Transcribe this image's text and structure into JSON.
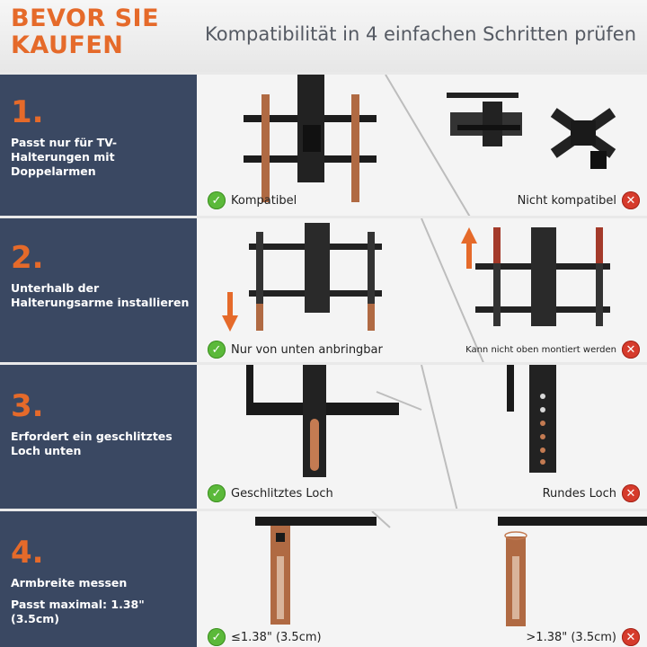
{
  "header": {
    "brand_line1": "BEVOR SIE",
    "brand_line2": "KAUFEN",
    "headline": "Kompatibilität in 4 einfachen Schritten prüfen"
  },
  "colors": {
    "accent": "#e56a2a",
    "panel": "#3a4862",
    "ok": "#5bb93a",
    "no": "#d63b2c"
  },
  "steps": [
    {
      "num": "1.",
      "desc": "Passt nur für TV-Halterungen mit Doppelarmen",
      "ok_label": "Kompatibel",
      "no_label": "Nicht kompatibel"
    },
    {
      "num": "2.",
      "desc": "Unterhalb der Halterungsarme installieren",
      "ok_label": "Nur von unten anbringbar",
      "no_label": "Kann nicht oben montiert werden"
    },
    {
      "num": "3.",
      "desc": "Erfordert ein geschlitztes Loch unten",
      "ok_label": "Geschlitztes Loch",
      "no_label": "Rundes Loch"
    },
    {
      "num": "4.",
      "desc": "Armbreite messen",
      "desc2": "Passt maximal: 1.38\" (3.5cm)",
      "ok_label": "≤1.38\" (3.5cm)",
      "no_label": ">1.38\" (3.5cm)"
    }
  ],
  "icons": {
    "ok": "check-icon",
    "no": "cross-icon",
    "ok_glyph": "✓",
    "no_glyph": "✕"
  }
}
